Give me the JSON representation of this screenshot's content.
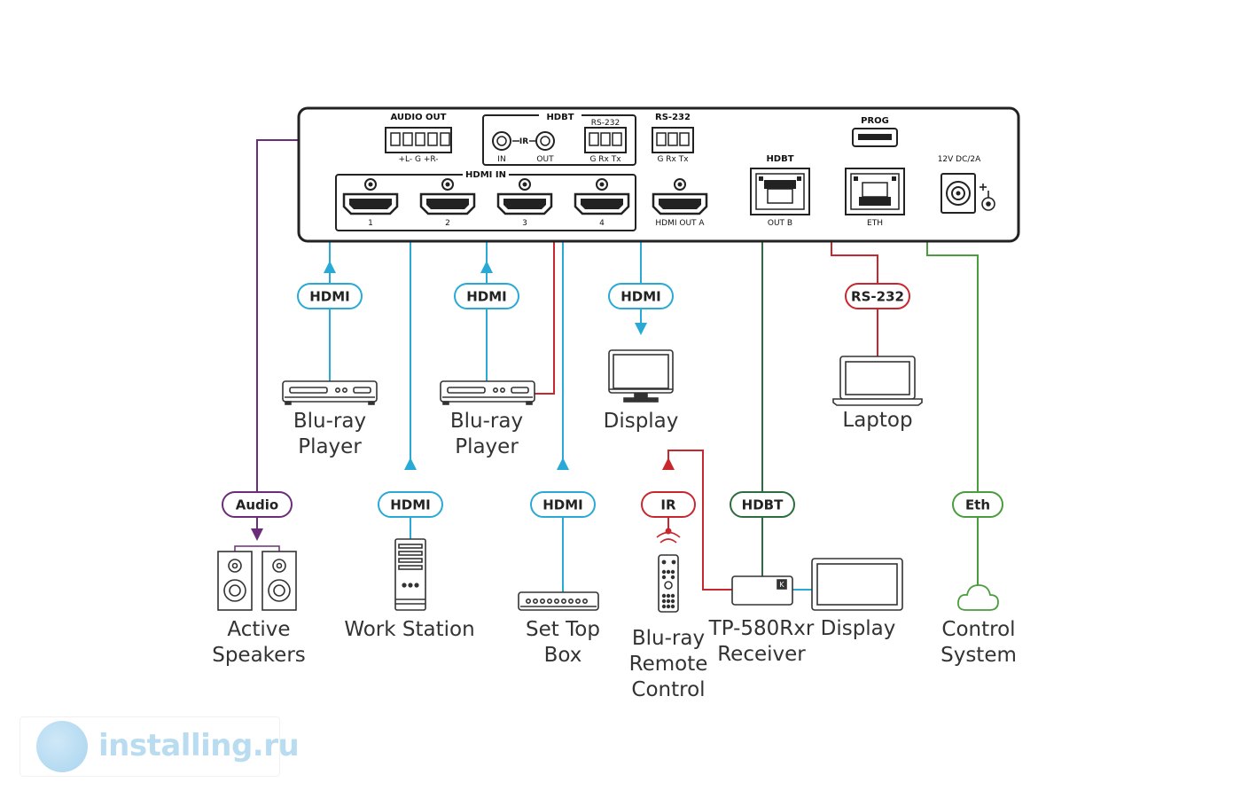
{
  "colors": {
    "hdmi": "#29a9d6",
    "audio": "#6b2d7a",
    "rs232": "#c8272d",
    "hdbt": "#2a6e3f",
    "eth": "#4a9d3c",
    "panel": "#222222"
  },
  "panel": {
    "audio_out": "AUDIO OUT",
    "audio_pins": "+L-  G  +R-",
    "hdbt_group": "HDBT",
    "ir_label": "IR",
    "ir_in": "IN",
    "ir_out": "OUT",
    "hdbt_rs232": "RS-232",
    "hdbt_rs232_pins": "G Rx Tx",
    "rs232": "RS-232",
    "rs232_pins": "G Rx Tx",
    "prog": "PROG",
    "hdmi_in": "HDMI IN",
    "hdmi_ports": [
      "1",
      "2",
      "3",
      "4"
    ],
    "hdmi_out_a": "HDMI OUT A",
    "hdbt_port": "HDBT",
    "out_b": "OUT B",
    "eth": "ETH",
    "power": "12V DC/2A"
  },
  "badges": {
    "hdmi_1": "HDMI",
    "hdmi_3": "HDMI",
    "hdmi_out": "HDMI",
    "rs232": "RS-232",
    "audio": "Audio",
    "hdmi_2": "HDMI",
    "hdmi_4": "HDMI",
    "ir": "IR",
    "hdbt": "HDBT",
    "eth": "Eth"
  },
  "devices": {
    "bluray1": [
      "Blu-ray",
      "Player"
    ],
    "bluray2": [
      "Blu-ray",
      "Player"
    ],
    "display_top": [
      "Display"
    ],
    "laptop": [
      "Laptop"
    ],
    "speakers": [
      "Active",
      "Speakers"
    ],
    "workstation": [
      "Work Station"
    ],
    "settop": [
      "Set Top",
      "Box"
    ],
    "remote": [
      "Blu-ray",
      "Remote",
      "Control"
    ],
    "receiver": [
      "TP-580Rxr",
      "Receiver"
    ],
    "display_bottom": [
      "Display"
    ],
    "control": [
      "Control",
      "System"
    ]
  },
  "watermark": {
    "text": "installing.ru"
  }
}
